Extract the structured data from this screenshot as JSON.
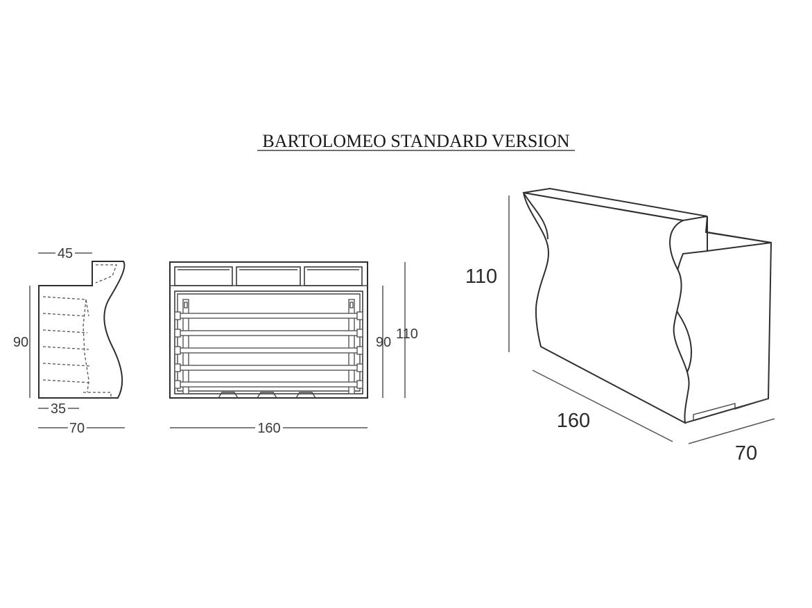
{
  "title": "BARTOLOMEO STANDARD VERSION",
  "side_view": {
    "top_width": "45",
    "height": "90",
    "base_depth": "35",
    "total_depth": "70"
  },
  "front_view": {
    "width": "160",
    "height_counter": "90",
    "height_total": "110"
  },
  "perspective_view": {
    "height": "110",
    "length": "160",
    "depth": "70"
  }
}
